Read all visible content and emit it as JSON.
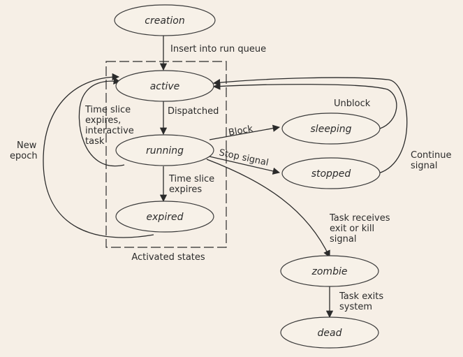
{
  "states": {
    "creation": "creation",
    "active": "active",
    "running": "running",
    "expired": "expired",
    "sleeping": "sleeping",
    "stopped": "stopped",
    "zombie": "zombie",
    "dead": "dead"
  },
  "labels": {
    "insert": "Insert into run queue",
    "dispatched": "Dispatched",
    "time_slice_interactive": [
      "Time slice",
      "expires,",
      "interactive",
      "task"
    ],
    "new_epoch": [
      "New",
      "epoch"
    ],
    "time_slice_expires": [
      "Time slice",
      "expires"
    ],
    "block": "Block",
    "stop_signal": "Stop signal",
    "unblock": "Unblock",
    "continue_signal": [
      "Continue",
      "signal"
    ],
    "task_receives": [
      "Task receives",
      "exit or kill",
      "signal"
    ],
    "task_exits": [
      "Task exits",
      "system"
    ],
    "activated_states": "Activated states"
  },
  "colors": {
    "background": "#f6efe6",
    "ink": "#2b2b2b",
    "node_fill": "#f7f1e8"
  }
}
